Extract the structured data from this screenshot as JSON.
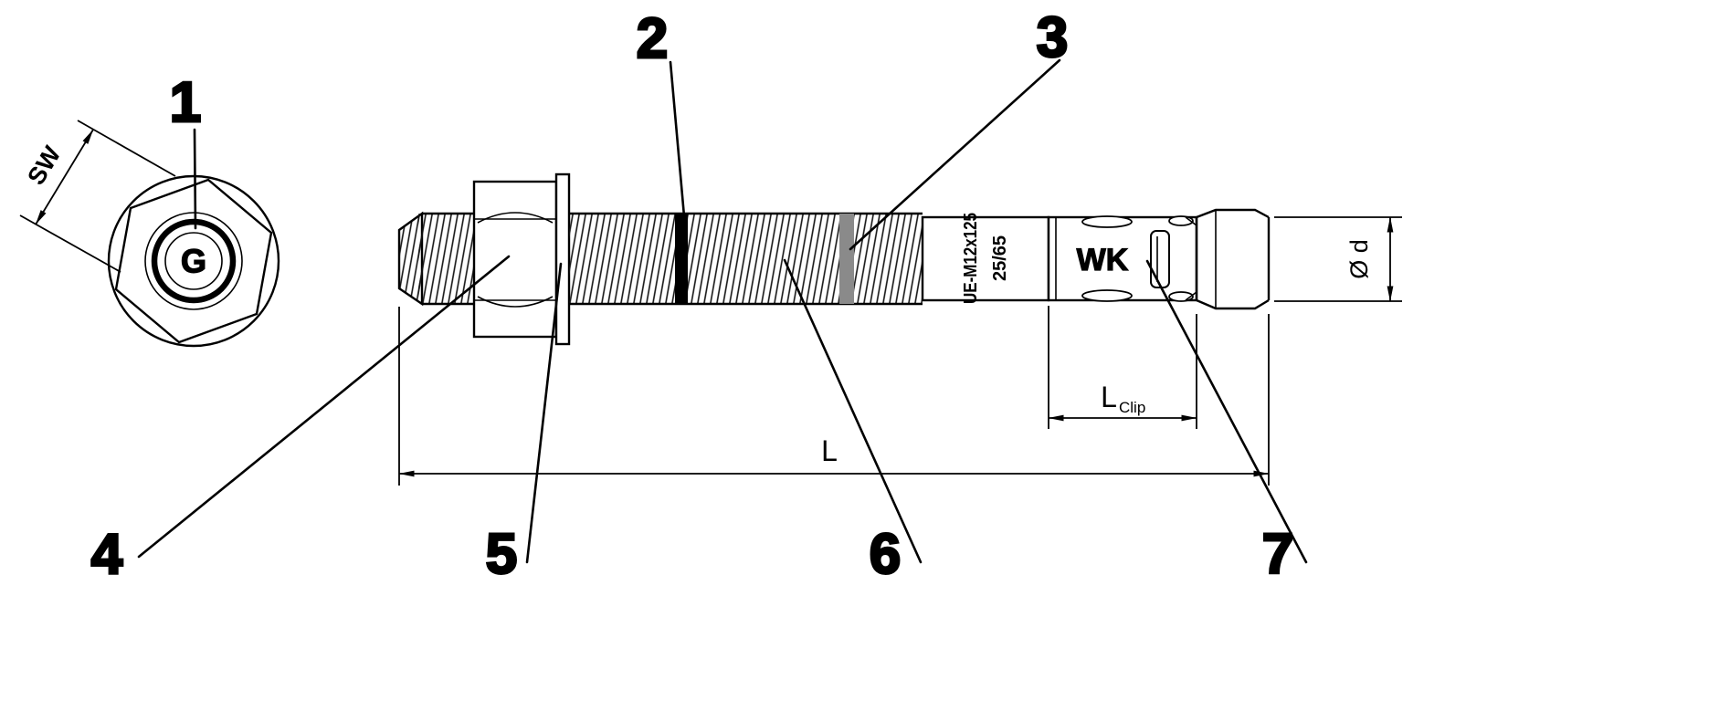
{
  "drawing": {
    "callouts": [
      "1",
      "2",
      "3",
      "4",
      "5",
      "6",
      "7"
    ],
    "front_view": {
      "thread_mark": "G",
      "width_across_flats_label": "SW"
    },
    "anchor": {
      "clip_mark": "WK",
      "marking_line1": "UE-M12x125",
      "marking_line2": "25/65"
    },
    "dims": {
      "overall_length": "L",
      "clip_length_main": "L",
      "clip_length_sub": "Clip",
      "diameter": "Ø d"
    },
    "colors": {
      "ink": "#000000",
      "band_black": "#000000",
      "band_gray": "#8a8a8a"
    }
  }
}
